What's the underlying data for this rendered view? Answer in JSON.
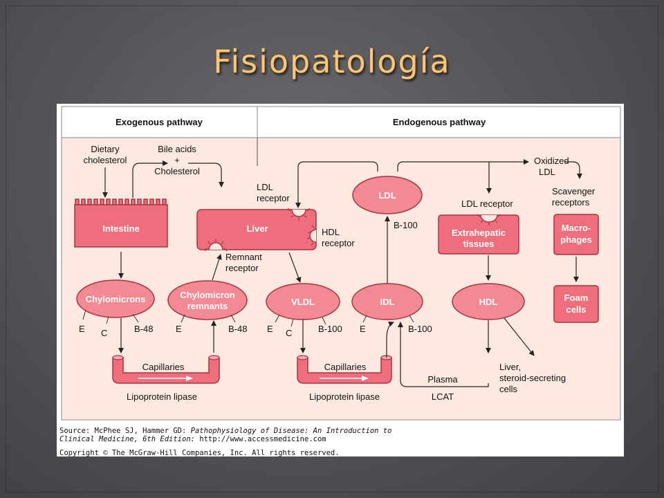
{
  "slide": {
    "title": "Fisiopatología"
  },
  "diagram": {
    "headers": {
      "left": "Exogenous pathway",
      "right": "Endogenous pathway"
    },
    "nodes": {
      "intestine": "Intestine",
      "liver": "Liver",
      "chylomicrons": "Chylomicrons",
      "chylo_remnants_1": "Chylomicron",
      "chylo_remnants_2": "remnants",
      "vldl": "VLDL",
      "idl": "IDL",
      "ldl": "LDL",
      "hdl": "HDL",
      "extrahepatic_1": "Extrahepatic",
      "extrahepatic_2": "tissues",
      "macrophages_1": "Macro-",
      "macrophages_2": "phages",
      "foam_1": "Foam",
      "foam_2": "cells"
    },
    "labels": {
      "dietary_1": "Dietary",
      "dietary_2": "cholesterol",
      "bile_1": "Bile acids",
      "bile_plus": "+",
      "bile_2": "Cholesterol",
      "ldl_receptor_1": "LDL",
      "ldl_receptor_2": "receptor",
      "hdl_receptor_1": "HDL",
      "hdl_receptor_2": "receptor",
      "remnant_receptor_1": "Remnant",
      "remnant_receptor_2": "receptor",
      "b100_ldl": "B-100",
      "ldl_receptor_tissue": "LDL receptor",
      "oxidized_1": "Oxidized",
      "oxidized_2": "LDL",
      "scavenger_1": "Scavenger",
      "scavenger_2": "receptors",
      "e1": "E",
      "c1": "C",
      "b48_1": "B-48",
      "e2": "E",
      "b48_2": "B-48",
      "e3": "E",
      "c3": "C",
      "b100_3": "B-100",
      "e4": "E",
      "b100_4": "B-100",
      "capillaries_1": "Capillaries",
      "lipase_1": "Lipoprotein lipase",
      "capillaries_2": "Capillaries",
      "lipase_2": "Lipoprotein lipase",
      "plasma": "Plasma",
      "lcat": "LCAT",
      "liver_out_1": "Liver,",
      "liver_out_2": "steroid-secreting",
      "liver_out_3": "cells"
    },
    "colors": {
      "background": "#fde9df",
      "box_fill": "#ee6f7b",
      "box_stroke": "#a8323f",
      "ellipse_fill": "#f38a93"
    }
  },
  "source": {
    "prefix": "Source: McPhee SJ, Hammer GD: ",
    "book_1": "Pathophysiology of Disease: An Introduction to",
    "book_2": "Clinical Medicine, 6th Edition:",
    "url": " http://www.accessmedicine.com",
    "copyright": "Copyright © The McGraw-Hill Companies, Inc. All rights reserved."
  }
}
